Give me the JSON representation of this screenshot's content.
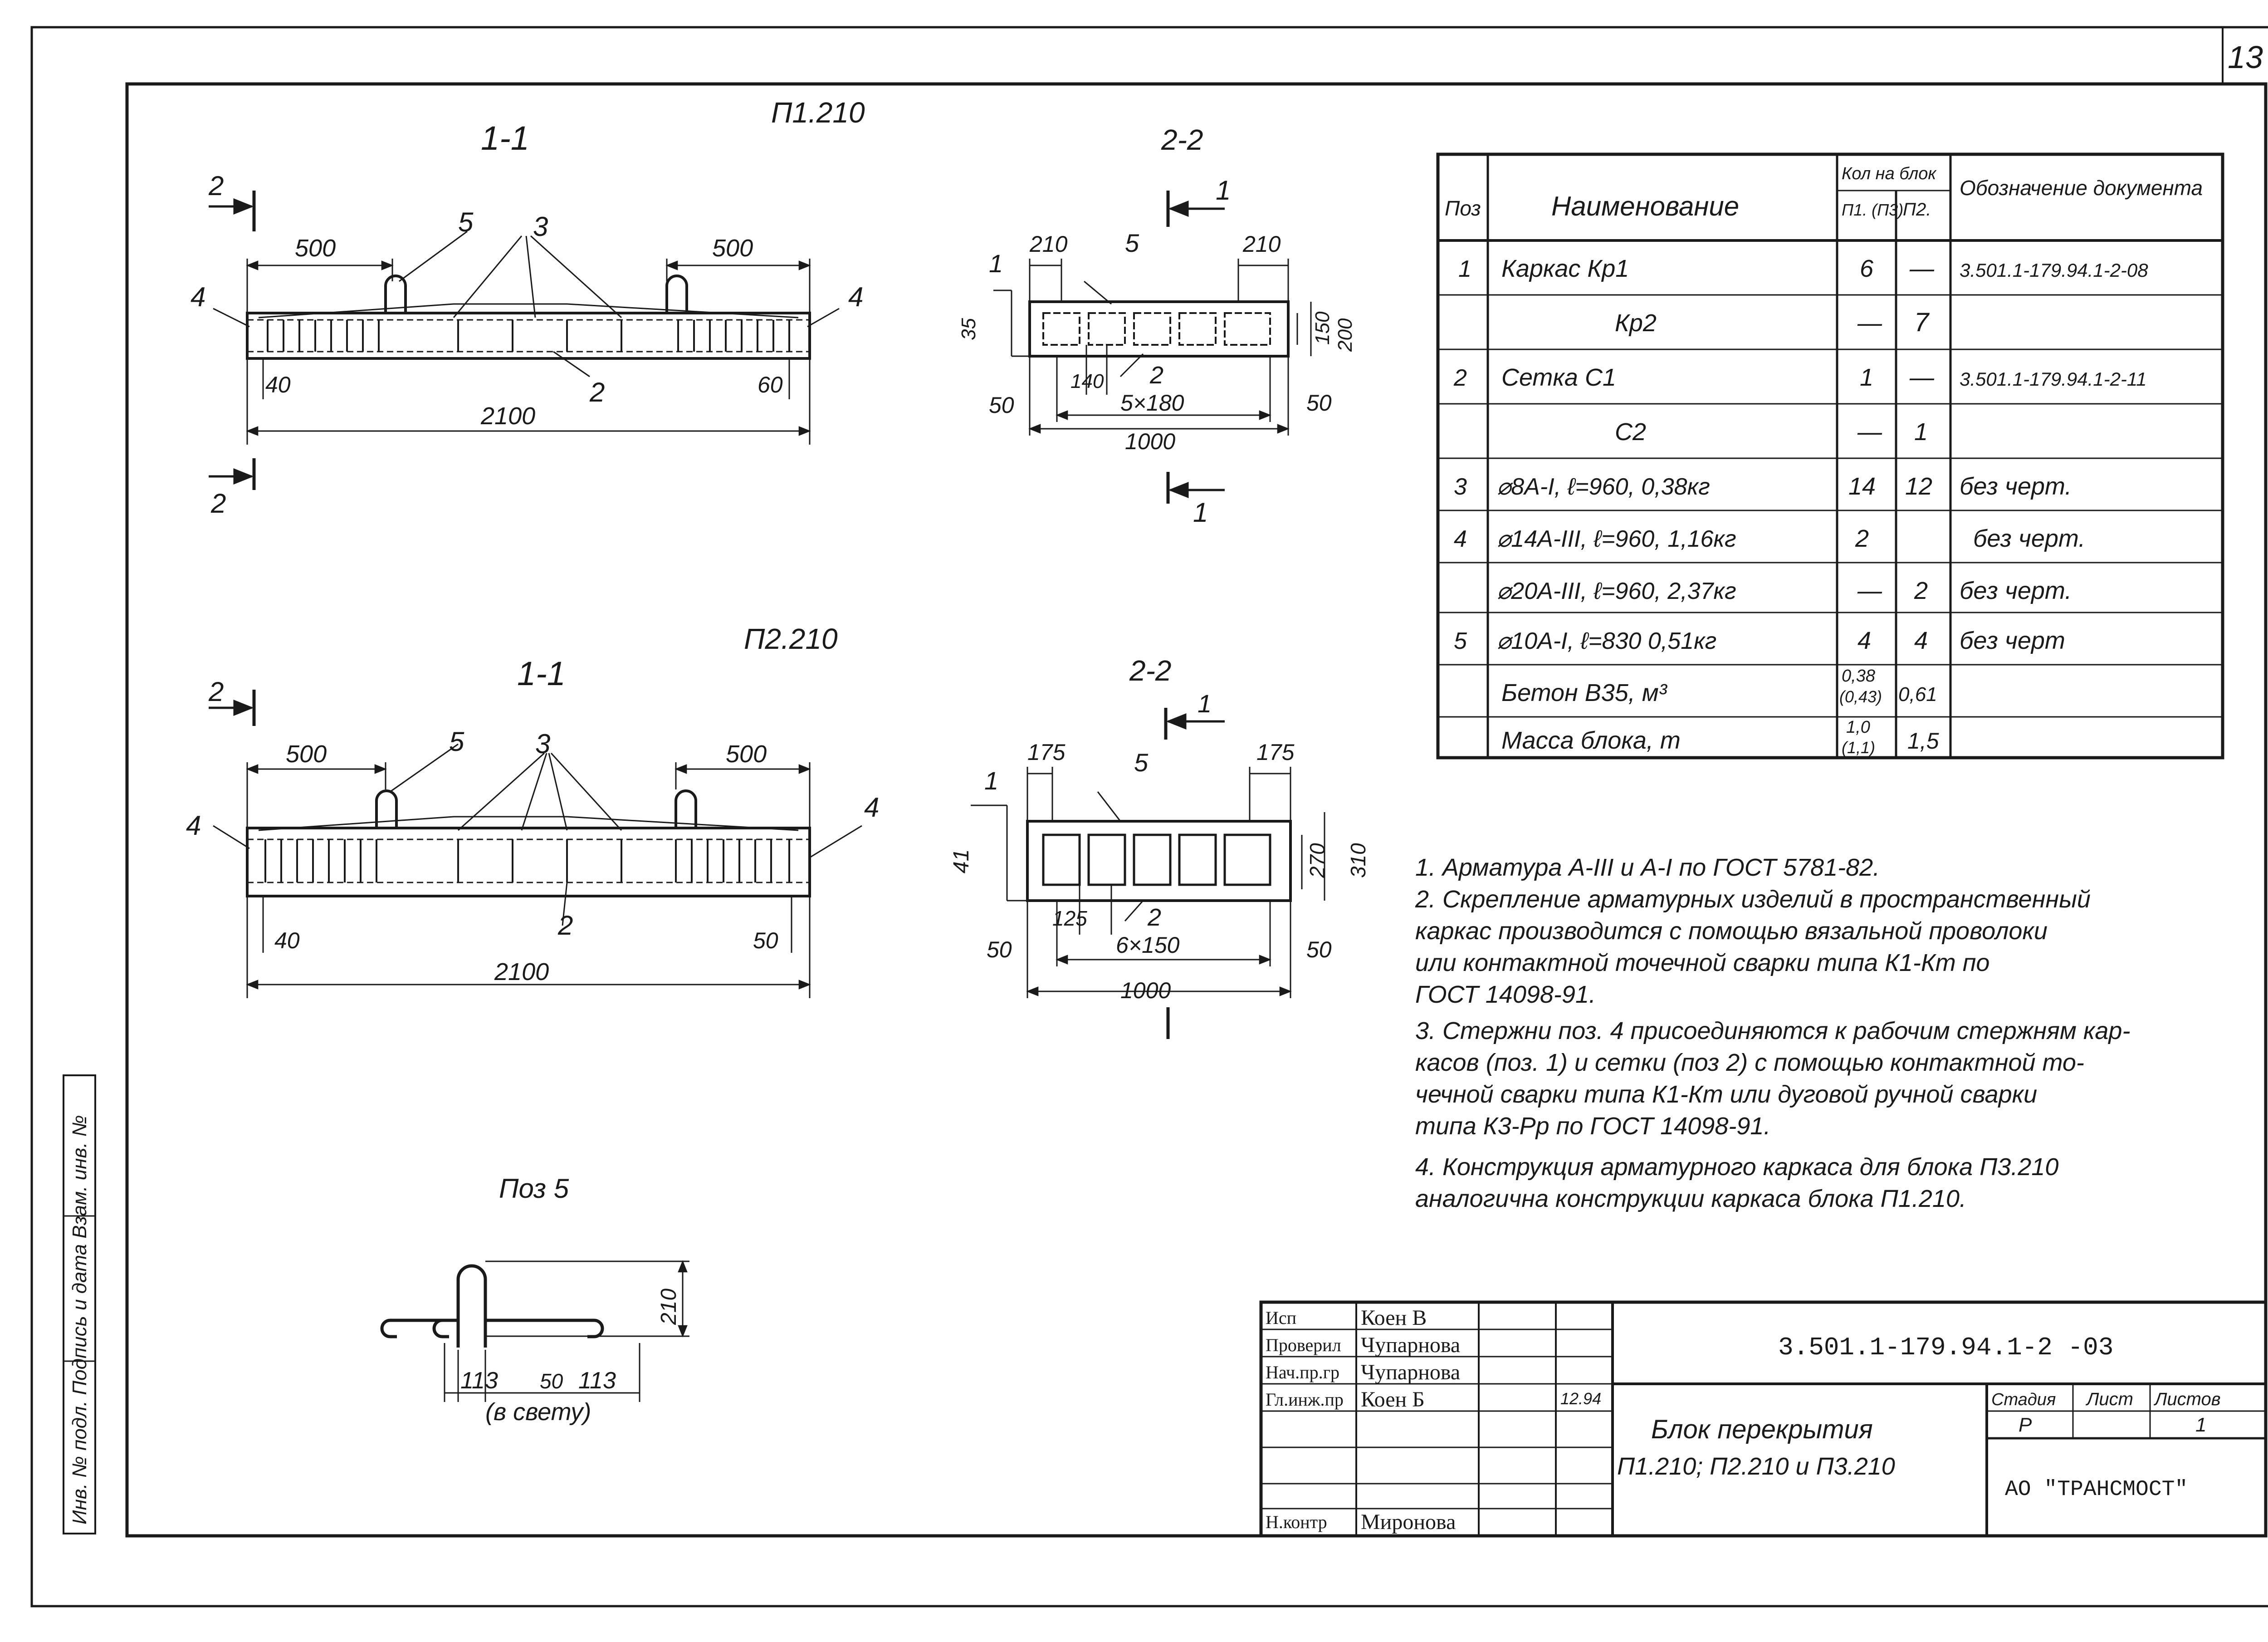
{
  "sheet": {
    "page_number": "13"
  },
  "views": {
    "p1_title": "П1.210",
    "p2_title": "П2.210",
    "section_11": "1-1",
    "section_22": "2-2",
    "cut_2": "2",
    "cut_1": "1",
    "pos1": "1",
    "pos2": "2",
    "pos3": "3",
    "pos4": "4",
    "pos5": "5",
    "p1_d500": "500",
    "p1_d40": "40",
    "p1_d60": "60",
    "p1_d2100": "2100",
    "p1s_d210": "210",
    "p1s_d35": "35",
    "p1s_d150": "150",
    "p1s_d200": "200",
    "p1s_d140": "140",
    "p1s_d5x180": "5×180",
    "p1s_d50": "50",
    "p1s_d1000": "1000",
    "p2_d500": "500",
    "p2_d40": "40",
    "p2_d50": "50",
    "p2_d2100": "2100",
    "p2s_d175": "175",
    "p2s_d41": "41",
    "p2s_d270": "270",
    "p2s_d310": "310",
    "p2s_d125": "125",
    "p2s_d6x150": "6×150",
    "p2s_d50": "50",
    "p2s_d1000": "1000"
  },
  "detail": {
    "title": "Поз 5",
    "d210": "210",
    "d113": "113",
    "d50": "50",
    "note": "(в свету)"
  },
  "spec_table": {
    "headers": {
      "pos": "Поз",
      "name": "Наименование",
      "qty": "Кол на блок",
      "p1": "П1. (П3)",
      "p2": "П2.",
      "doc": "Обозначение документа"
    },
    "rows": [
      {
        "pos": "1",
        "name": "Каркас  Кр1",
        "p1": "6",
        "p2": "—",
        "doc": "3.501.1-179.94.1-2-08"
      },
      {
        "pos": "",
        "name": "Кр2",
        "p1": "—",
        "p2": "7",
        "doc": ""
      },
      {
        "pos": "2",
        "name": "Сетка  С1",
        "p1": "1",
        "p2": "—",
        "doc": "3.501.1-179.94.1-2-11"
      },
      {
        "pos": "",
        "name": "С2",
        "p1": "—",
        "p2": "1",
        "doc": ""
      },
      {
        "pos": "3",
        "name": "⌀8A-I,  ℓ=960,  0,38кг",
        "p1": "14",
        "p2": "12",
        "doc": "без черт."
      },
      {
        "pos": "4",
        "name": "⌀14A-III,  ℓ=960,  1,16кг",
        "p1": "2",
        "p2": "",
        "doc": "без черт."
      },
      {
        "pos": "",
        "name": "⌀20A-III,  ℓ=960,  2,37кг",
        "p1": "—",
        "p2": "2",
        "doc": "без черт."
      },
      {
        "pos": "5",
        "name": "⌀10A-I,  ℓ=830  0,51кг",
        "p1": "4",
        "p2": "4",
        "doc": "без черт"
      },
      {
        "pos": "",
        "name": "Бетон  В35,  м³",
        "p1": "0,38",
        "p1b": "(0,43)",
        "p2": "0,61",
        "doc": ""
      },
      {
        "pos": "",
        "name": "Масса блока,  т",
        "p1": "1,0",
        "p1b": "(1,1)",
        "p2": "1,5",
        "doc": ""
      }
    ]
  },
  "notes": [
    "1.  Арматура А-III и А-I по ГОСТ 5781-82.",
    "2.  Скрепление арматурных изделий в пространственный",
    "каркас производится с помощью вязальной проволоки",
    "или контактной точечной сварки типа К1-Кт по",
    "ГОСТ 14098-91.",
    "3.  Стержни поз. 4 присоединяются к рабочим стержням кар-",
    "касов (поз. 1) и сетки (поз 2) с помощью контактной то-",
    "чечной сварки типа К1-Кт или дуговой ручной сварки",
    "типа К3-Рр по ГОСТ 14098-91.",
    "4.  Конструкция арматурного каркаса для блока П3.210",
    "аналогична конструкции каркаса блока П1.210."
  ],
  "title_block": {
    "doc_code": "3.501.1-179.94.1-2 -03",
    "title_line1": "Блок перекрытия",
    "title_line2": "П1.210; П2.210 и П3.210",
    "stage_label": "Стадия",
    "sheet_label": "Лист",
    "sheets_label": "Листов",
    "stage": "Р",
    "sheets_total": "1",
    "organization": "АО \"ТРАНСМОСТ\"",
    "date": "12.94",
    "staff": [
      {
        "role": "Исп",
        "name": "Коен В"
      },
      {
        "role": "Проверил",
        "name": "Чупарнова"
      },
      {
        "role": "Нач.пр.гр",
        "name": "Чупарнова"
      },
      {
        "role": "Гл.инж.пр",
        "name": "Коен Б"
      },
      {
        "role": "",
        "name": ""
      },
      {
        "role": "",
        "name": ""
      },
      {
        "role": "Н.контр",
        "name": "Миронова"
      }
    ]
  },
  "margin_stamp": "Инв. № подл.    Подпись и дата    Взам. инв. №"
}
